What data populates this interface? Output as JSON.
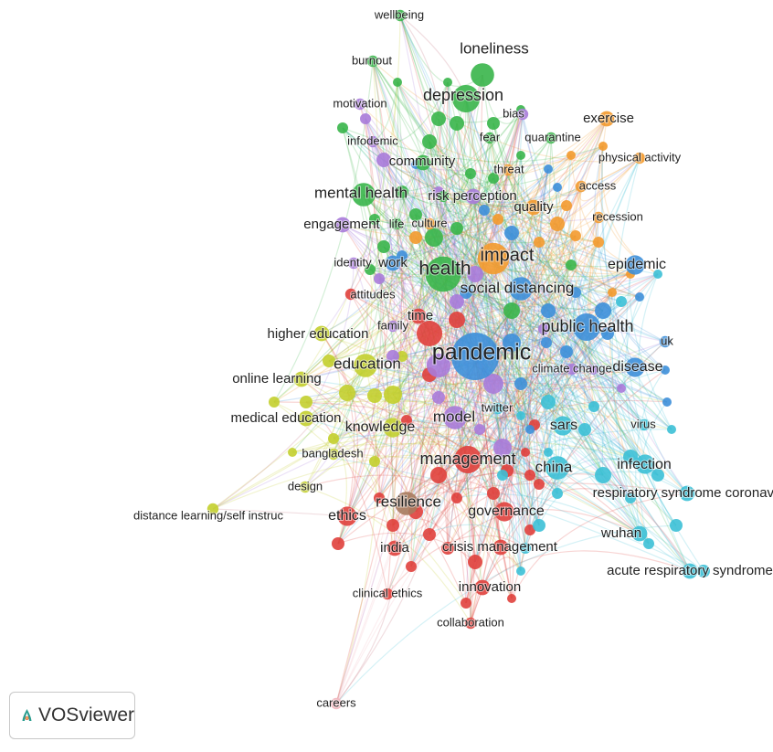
{
  "app": {
    "name": "VOSviewer"
  },
  "legend_colors": {
    "red": "#e0403c",
    "green": "#39b54a",
    "blue": "#3d8fd9",
    "yellow": "#c3cf2d",
    "purple": "#a97bd9",
    "cyan": "#3cc0d6",
    "orange": "#f39a2e",
    "brown": "#a77b5e",
    "pink": "#f2b6be"
  },
  "network": {
    "nodes": [
      {
        "label": "pandemic",
        "cluster": "blue",
        "weight": 10
      },
      {
        "label": "health",
        "cluster": "green",
        "weight": 7
      },
      {
        "label": "impact",
        "cluster": "orange",
        "weight": 6
      },
      {
        "label": "depression",
        "cluster": "green",
        "weight": 5
      },
      {
        "label": "loneliness",
        "cluster": "green",
        "weight": 4
      },
      {
        "label": "management",
        "cluster": "red",
        "weight": 5
      },
      {
        "label": "public health",
        "cluster": "blue",
        "weight": 5
      },
      {
        "label": "china",
        "cluster": "cyan",
        "weight": 4
      },
      {
        "label": "sars",
        "cluster": "cyan",
        "weight": 3
      },
      {
        "label": "infection",
        "cluster": "cyan",
        "weight": 3
      },
      {
        "label": "resilience",
        "cluster": "brown",
        "weight": 4
      },
      {
        "label": "education",
        "cluster": "yellow",
        "weight": 4
      },
      {
        "label": "mental health",
        "cluster": "green",
        "weight": 4
      },
      {
        "label": "social distancing",
        "cluster": "blue",
        "weight": 4
      },
      {
        "label": "model",
        "cluster": "purple",
        "weight": 4
      },
      {
        "label": "governance",
        "cluster": "red",
        "weight": 3
      },
      {
        "label": "epidemic",
        "cluster": "blue",
        "weight": 3
      },
      {
        "label": "ethics",
        "cluster": "red",
        "weight": 3
      },
      {
        "label": "knowledge",
        "cluster": "yellow",
        "weight": 3
      },
      {
        "label": "disease",
        "cluster": "blue",
        "weight": 3
      },
      {
        "label": "wuhan",
        "cluster": "cyan",
        "weight": 2
      },
      {
        "label": "exercise",
        "cluster": "orange",
        "weight": 2
      },
      {
        "label": "community",
        "cluster": "green",
        "weight": 2
      },
      {
        "label": "work",
        "cluster": "blue",
        "weight": 2
      },
      {
        "label": "innovation",
        "cluster": "red",
        "weight": 2
      },
      {
        "label": "crisis management",
        "cluster": "red",
        "weight": 2
      },
      {
        "label": "time",
        "cluster": "red",
        "weight": 2
      },
      {
        "label": "online learning",
        "cluster": "yellow",
        "weight": 2
      },
      {
        "label": "medical education",
        "cluster": "yellow",
        "weight": 2
      },
      {
        "label": "higher education",
        "cluster": "yellow",
        "weight": 2
      },
      {
        "label": "twitter",
        "cluster": "cyan",
        "weight": 1
      },
      {
        "label": "climate change",
        "cluster": "purple",
        "weight": 1
      },
      {
        "label": "respiratory syndrome coronavir",
        "cluster": "cyan",
        "weight": 2
      },
      {
        "label": "acute respiratory syndrome",
        "cluster": "cyan",
        "weight": 2
      },
      {
        "label": "virus",
        "cluster": "cyan",
        "weight": 1
      },
      {
        "label": "uk",
        "cluster": "blue",
        "weight": 1
      },
      {
        "label": "recession",
        "cluster": "orange",
        "weight": 1
      },
      {
        "label": "access",
        "cluster": "orange",
        "weight": 1
      },
      {
        "label": "physical activity",
        "cluster": "orange",
        "weight": 1
      },
      {
        "label": "quarantine",
        "cluster": "green",
        "weight": 1
      },
      {
        "label": "bias",
        "cluster": "purple",
        "weight": 1
      },
      {
        "label": "fear",
        "cluster": "green",
        "weight": 1
      },
      {
        "label": "threat",
        "cluster": "orange",
        "weight": 1
      },
      {
        "label": "quality",
        "cluster": "orange",
        "weight": 2
      },
      {
        "label": "risk perception",
        "cluster": "purple",
        "weight": 2
      },
      {
        "label": "culture",
        "cluster": "orange",
        "weight": 1
      },
      {
        "label": "life",
        "cluster": "green",
        "weight": 1
      },
      {
        "label": "engagement",
        "cluster": "purple",
        "weight": 2
      },
      {
        "label": "identity",
        "cluster": "purple",
        "weight": 1
      },
      {
        "label": "attitudes",
        "cluster": "red",
        "weight": 1
      },
      {
        "label": "family",
        "cluster": "purple",
        "weight": 1
      },
      {
        "label": "infodemic",
        "cluster": "purple",
        "weight": 1
      },
      {
        "label": "motivation",
        "cluster": "purple",
        "weight": 1
      },
      {
        "label": "burnout",
        "cluster": "green",
        "weight": 1
      },
      {
        "label": "wellbeing",
        "cluster": "green",
        "weight": 1
      },
      {
        "label": "bangladesh",
        "cluster": "yellow",
        "weight": 1
      },
      {
        "label": "design",
        "cluster": "yellow",
        "weight": 1
      },
      {
        "label": "distance learning/self instruc",
        "cluster": "yellow",
        "weight": 1
      },
      {
        "label": "india",
        "cluster": "red",
        "weight": 2
      },
      {
        "label": "clinical ethics",
        "cluster": "red",
        "weight": 1
      },
      {
        "label": "collaboration",
        "cluster": "red",
        "weight": 1
      },
      {
        "label": "careers",
        "cluster": "pink",
        "weight": 1
      }
    ]
  }
}
